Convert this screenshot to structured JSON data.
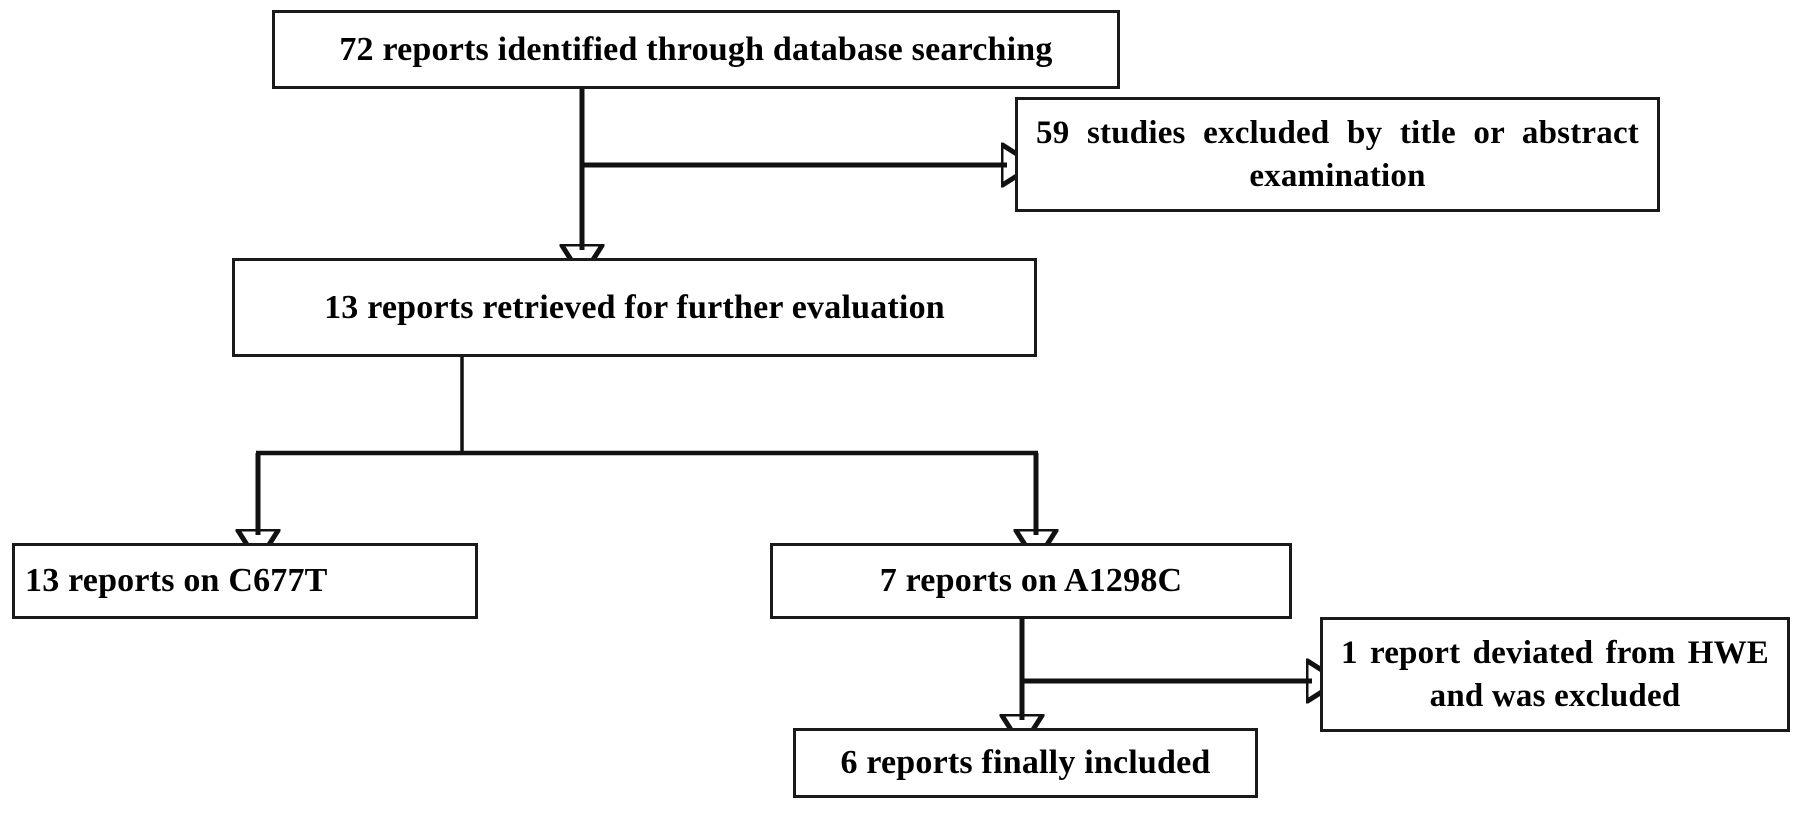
{
  "diagram": {
    "title": "Study selection flow diagram",
    "type": "prisma-flowchart",
    "colors": {
      "stroke": "#111111",
      "box_border": "#1a1a1a",
      "background": "#ffffff",
      "text": "#000000"
    },
    "nodes": [
      {
        "id": "identified",
        "label": "72 reports identified through database searching",
        "count": 72
      },
      {
        "id": "retrieved",
        "label": "13 reports retrieved  for further evaluation",
        "count": 13
      },
      {
        "id": "excluded",
        "label": "59 studies excluded by title or abstract  examination",
        "count": 59
      },
      {
        "id": "c677t",
        "label": "13 reports on C677T",
        "count": 13
      },
      {
        "id": "a1298c",
        "label": "7  reports on A1298C",
        "count": 7
      },
      {
        "id": "hwe",
        "label": "1 report deviated  from HWE and was excluded",
        "count": 1
      },
      {
        "id": "included",
        "label": "6 reports finally included",
        "count": 6
      }
    ],
    "edges": [
      {
        "from": "identified",
        "to": "excluded",
        "style": "elbow-right-arrow"
      },
      {
        "from": "identified",
        "to": "retrieved",
        "style": "down-arrow"
      },
      {
        "from": "retrieved",
        "to": "c677t",
        "style": "split-down-arrow"
      },
      {
        "from": "retrieved",
        "to": "a1298c",
        "style": "split-down-arrow"
      },
      {
        "from": "a1298c",
        "to": "hwe",
        "style": "elbow-right-arrow"
      },
      {
        "from": "a1298c",
        "to": "included",
        "style": "down-arrow"
      }
    ]
  }
}
